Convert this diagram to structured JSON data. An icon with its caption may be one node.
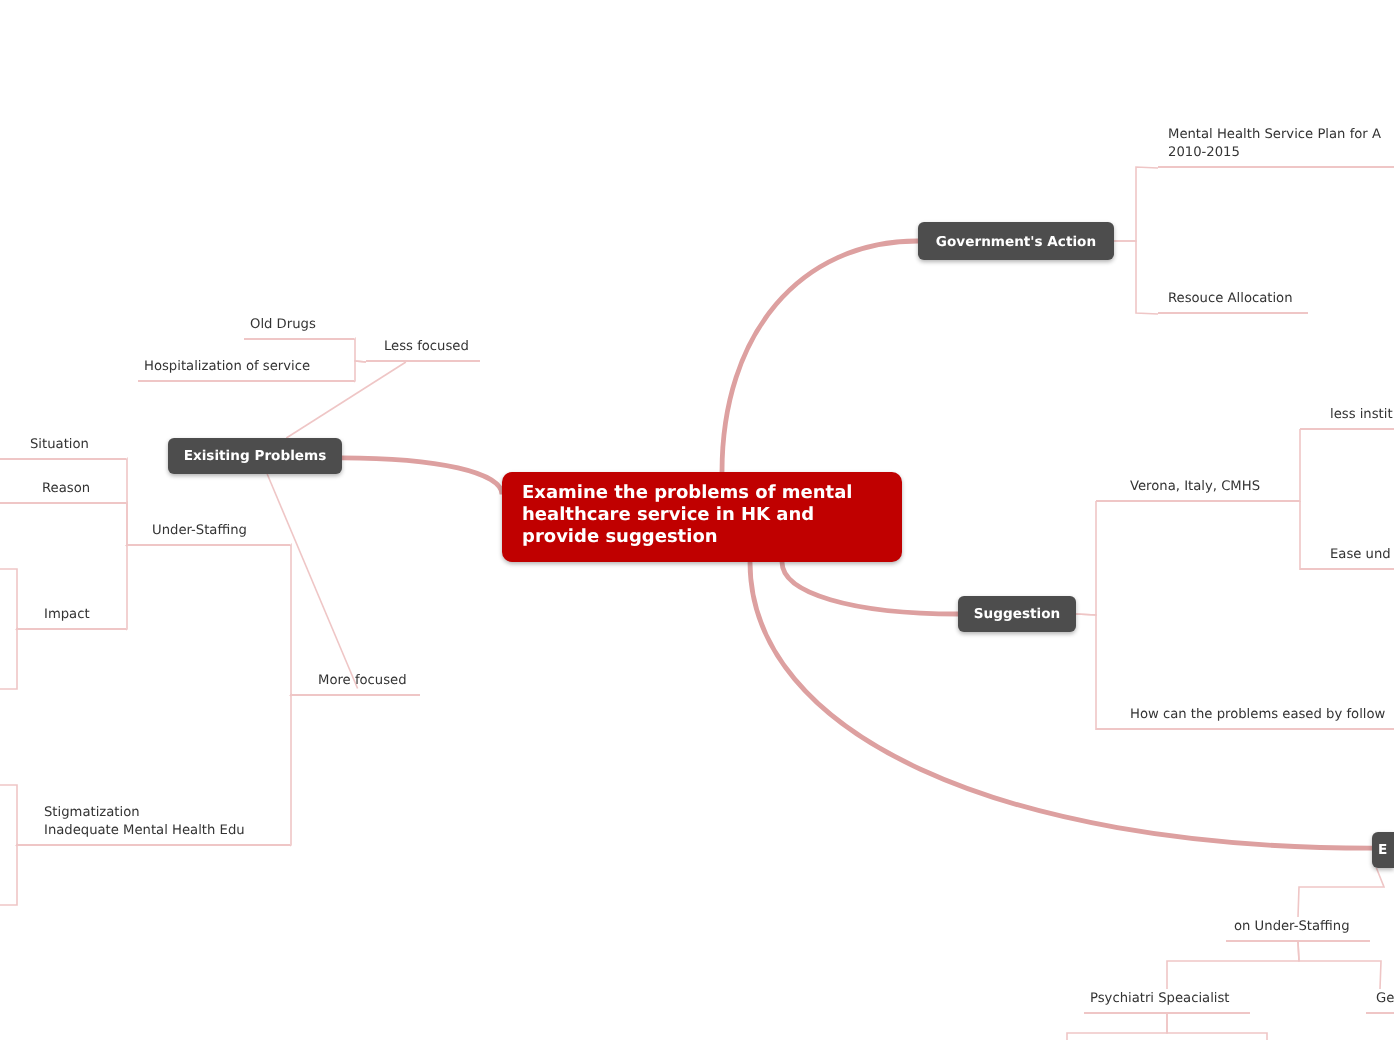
{
  "diagram": {
    "nodes": [
      {
        "text": [
          "Examine the problems of mental healthcare service in HK and provide suggestion"
        ]
      },
      {
        "text": [
          "Government's Action"
        ]
      },
      {
        "text": [
          "Mental Health Service Plan for A 2010-2015"
        ]
      },
      {
        "text": [
          "Resouce Allocation"
        ]
      },
      {
        "text": [
          "Suggestion"
        ]
      },
      {
        "text": [
          "Verona, Italy, CMHS"
        ]
      },
      {
        "text": [
          "less instit"
        ]
      },
      {
        "text": [
          "Ease und"
        ]
      },
      {
        "text": [
          "How can the problems eased by follow"
        ]
      },
      {
        "text": [
          "E"
        ]
      },
      {
        "text": [
          "on Under-Staffing"
        ]
      },
      {
        "text": [
          "Psychiatri Speacialist"
        ]
      },
      {
        "text": [
          "Ge"
        ]
      },
      {
        "text": [
          "Exisiting Problems"
        ]
      },
      {
        "text": [
          "Less focused"
        ]
      },
      {
        "text": [
          "Old Drugs"
        ]
      },
      {
        "text": [
          "Hospitalization of service"
        ]
      },
      {
        "text": [
          "More focused"
        ]
      },
      {
        "text": [
          "Under-Staffing"
        ]
      },
      {
        "text": [
          "Situation"
        ]
      },
      {
        "text": [
          "Reason"
        ]
      },
      {
        "text": [
          "Impact"
        ]
      },
      {
        "text": [
          "Stigmatization",
          "Inadequate Mental Health Edu"
        ]
      }
    ],
    "edges": [
      {
        "from": 0,
        "to": 1,
        "arrow": "none",
        "style": "thick"
      },
      {
        "from": 0,
        "to": 4,
        "arrow": "none",
        "style": "thick"
      },
      {
        "from": 0,
        "to": 9,
        "arrow": "none",
        "style": "thick"
      },
      {
        "from": 0,
        "to": 13,
        "arrow": "none",
        "style": "thick"
      },
      {
        "from": 1,
        "to": 2,
        "arrow": "none"
      },
      {
        "from": 1,
        "to": 3,
        "arrow": "none"
      },
      {
        "from": 4,
        "to": 5,
        "arrow": "none"
      },
      {
        "from": 4,
        "to": 8,
        "arrow": "none"
      },
      {
        "from": 5,
        "to": 6,
        "arrow": "none"
      },
      {
        "from": 5,
        "to": 7,
        "arrow": "none"
      },
      {
        "from": 9,
        "to": 10,
        "arrow": "none"
      },
      {
        "from": 10,
        "to": 11,
        "arrow": "none"
      },
      {
        "from": 10,
        "to": 12,
        "arrow": "none"
      },
      {
        "from": 13,
        "to": 14,
        "arrow": "none"
      },
      {
        "from": 14,
        "to": 15,
        "arrow": "none"
      },
      {
        "from": 14,
        "to": 16,
        "arrow": "none"
      },
      {
        "from": 13,
        "to": 17,
        "arrow": "none"
      },
      {
        "from": 17,
        "to": 18,
        "arrow": "none"
      },
      {
        "from": 17,
        "to": 22,
        "arrow": "none"
      },
      {
        "from": 18,
        "to": 19,
        "arrow": "none"
      },
      {
        "from": 18,
        "to": 20,
        "arrow": "none"
      },
      {
        "from": 18,
        "to": 21,
        "arrow": "none"
      },
      {
        "from": 21,
        "to": null,
        "arrow": "none"
      },
      {
        "from": 21,
        "to": null,
        "arrow": "none"
      },
      {
        "from": 22,
        "to": null,
        "arrow": "none"
      },
      {
        "from": 22,
        "to": null,
        "arrow": "none"
      },
      {
        "from": 11,
        "to": null,
        "arrow": "none"
      },
      {
        "from": 11,
        "to": null,
        "arrow": "none"
      }
    ]
  }
}
